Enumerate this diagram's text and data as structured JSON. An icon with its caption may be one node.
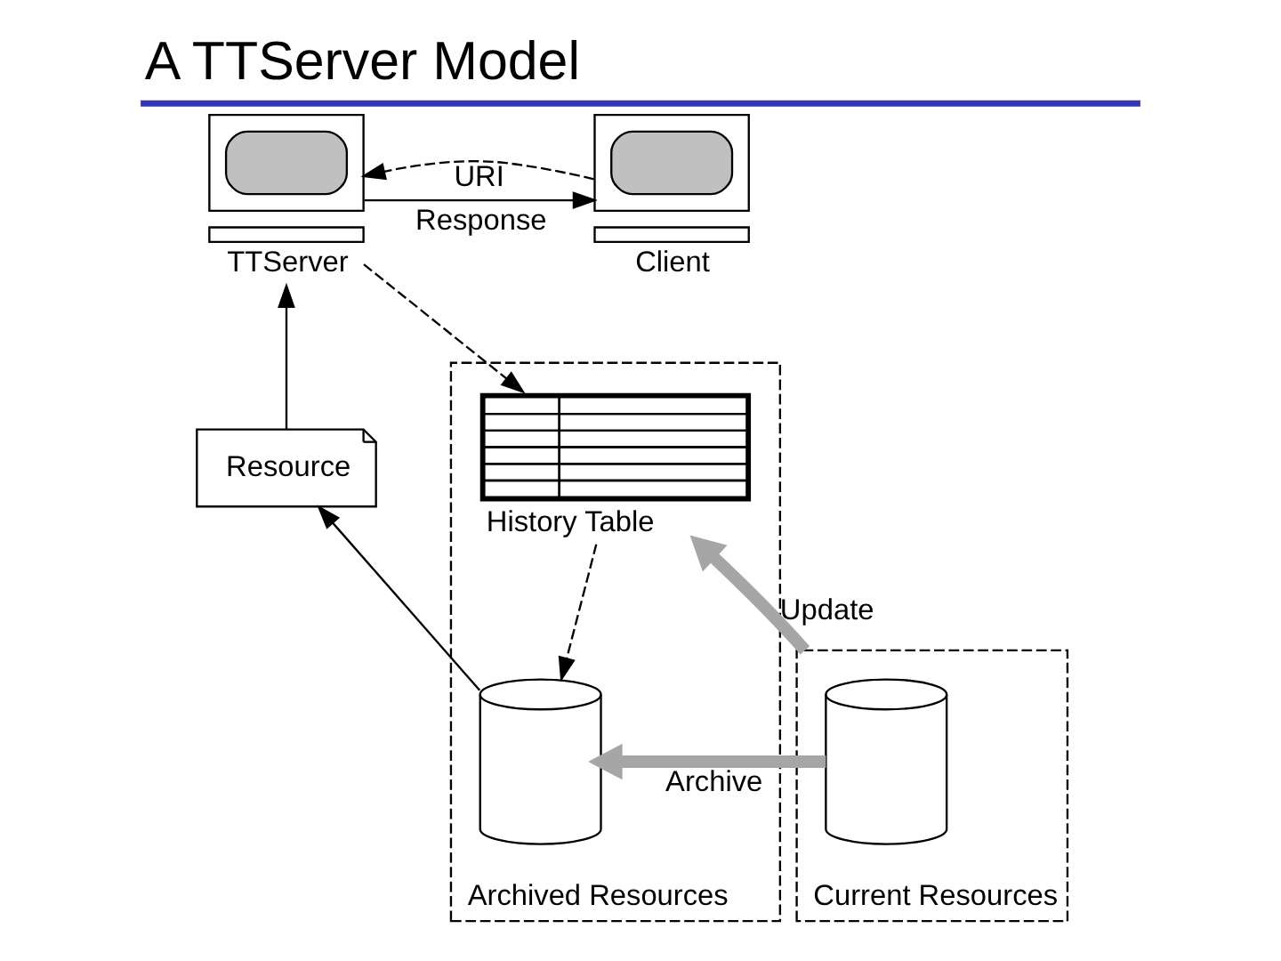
{
  "diagram": {
    "title": "A TTServer Model",
    "nodes": [
      {
        "text": [
          "TTServer"
        ]
      },
      {
        "text": [
          "Client"
        ]
      },
      {
        "text": [
          "Resource"
        ]
      },
      {
        "text": [
          "Archived Resources"
        ]
      },
      {
        "text": [
          "History Table"
        ],
        "in": 3
      },
      {
        "text": [],
        "shape": "cylinder",
        "in": 3
      },
      {
        "text": [
          "Current Resources"
        ]
      },
      {
        "text": [],
        "shape": "cylinder",
        "in": 6
      }
    ],
    "edges": [
      {
        "from": 1,
        "to": 0,
        "arrow": "to",
        "label": "URI",
        "style": "dashed"
      },
      {
        "from": 0,
        "to": 1,
        "arrow": "to",
        "label": "Response"
      },
      {
        "from": 0,
        "to": 4,
        "arrow": "to",
        "style": "dashed"
      },
      {
        "from": 2,
        "to": 0,
        "arrow": "to"
      },
      {
        "from": 5,
        "to": 2,
        "arrow": "to"
      },
      {
        "from": 4,
        "to": 5,
        "arrow": "to",
        "style": "dashed"
      },
      {
        "from": 7,
        "to": 5,
        "arrow": "to",
        "label": "Archive",
        "style": "thick",
        "color": "#a6a6a6"
      },
      {
        "from": 6,
        "to": 4,
        "arrow": "to",
        "label": "Update",
        "style": "thick",
        "color": "#a6a6a6"
      }
    ]
  }
}
